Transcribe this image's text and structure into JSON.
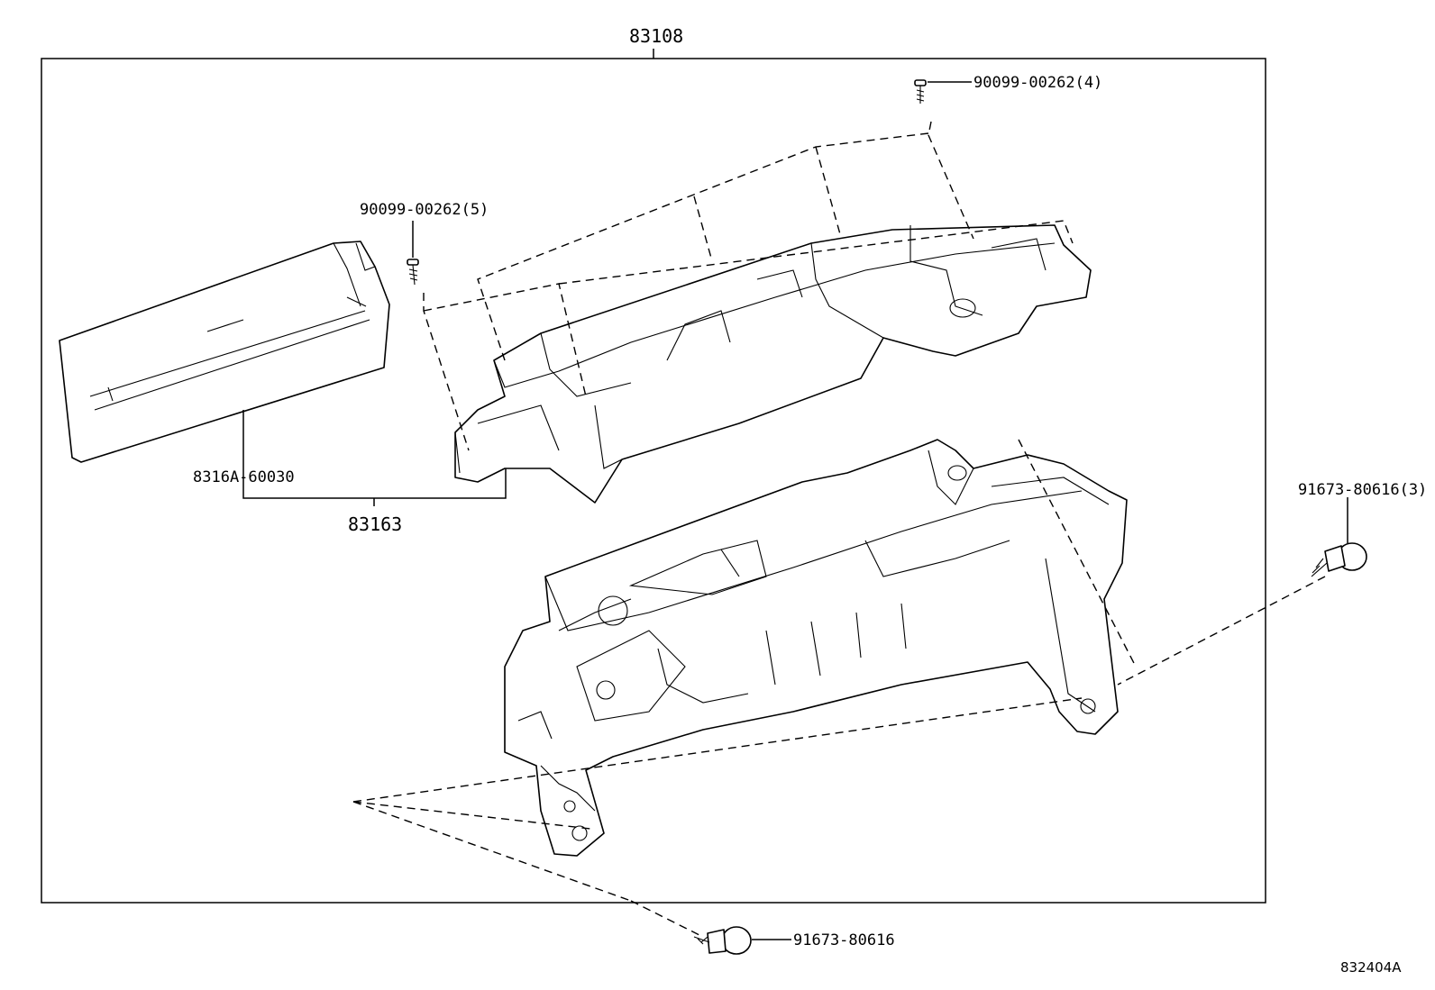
{
  "labels": {
    "assembly": "83108",
    "screw_top": "90099-00262(4)",
    "screw_left": "90099-00262(5)",
    "lens": "8316A-60030",
    "cover": "83163",
    "bolt_right": "91673-80616(3)",
    "bolt_bottom": "91673-80616",
    "diagram_id": "832404A"
  },
  "icons": [
    "screw-icon",
    "bolt-icon"
  ]
}
